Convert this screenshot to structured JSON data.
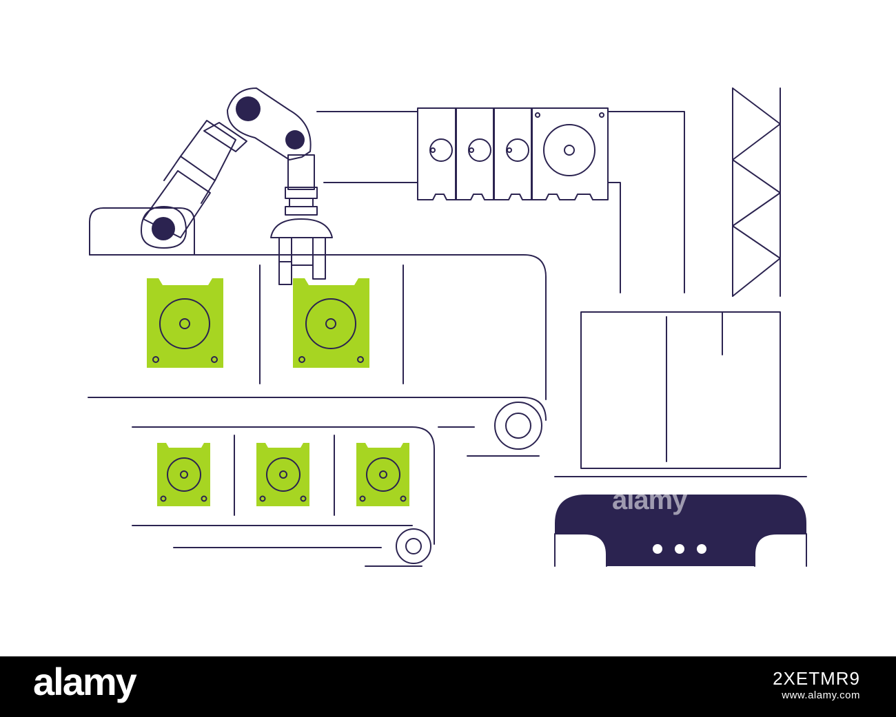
{
  "illustration": {
    "subject": "robotic-arm-packing-hard-drives",
    "colors": {
      "line": "#2b2350",
      "accent": "#a7d522",
      "background": "#ffffff"
    }
  },
  "watermark": {
    "text": "alamy"
  },
  "footer": {
    "logo": "alamy",
    "image_code": "2XETMR9",
    "url": "www.alamy.com"
  }
}
